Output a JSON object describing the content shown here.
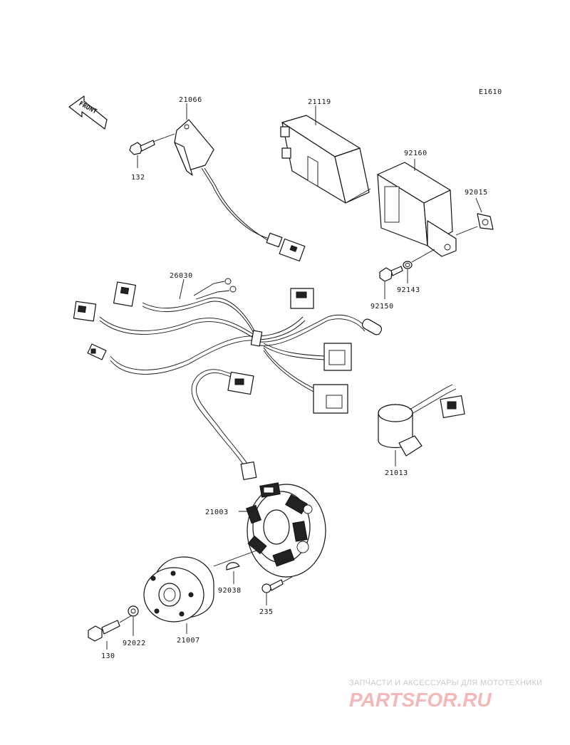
{
  "diagram": {
    "ref_code": "E1610",
    "front_label": "FRONT",
    "parts": {
      "p21066": "21066",
      "p132": "132",
      "p21119": "21119",
      "p92160": "92160",
      "p92015": "92015",
      "p92143": "92143",
      "p92150": "92150",
      "p26030": "26030",
      "p21013": "21013",
      "p21003": "21003",
      "p92038": "92038",
      "p235": "235",
      "p130": "130",
      "p92022": "92022",
      "p21007": "21007"
    }
  },
  "watermark": {
    "tagline": "ЗАПЧАСТИ И АКСЕССУАРЫ ДЛЯ МОТОТЕХНИКИ",
    "logo": "PARTSFOR.RU"
  }
}
